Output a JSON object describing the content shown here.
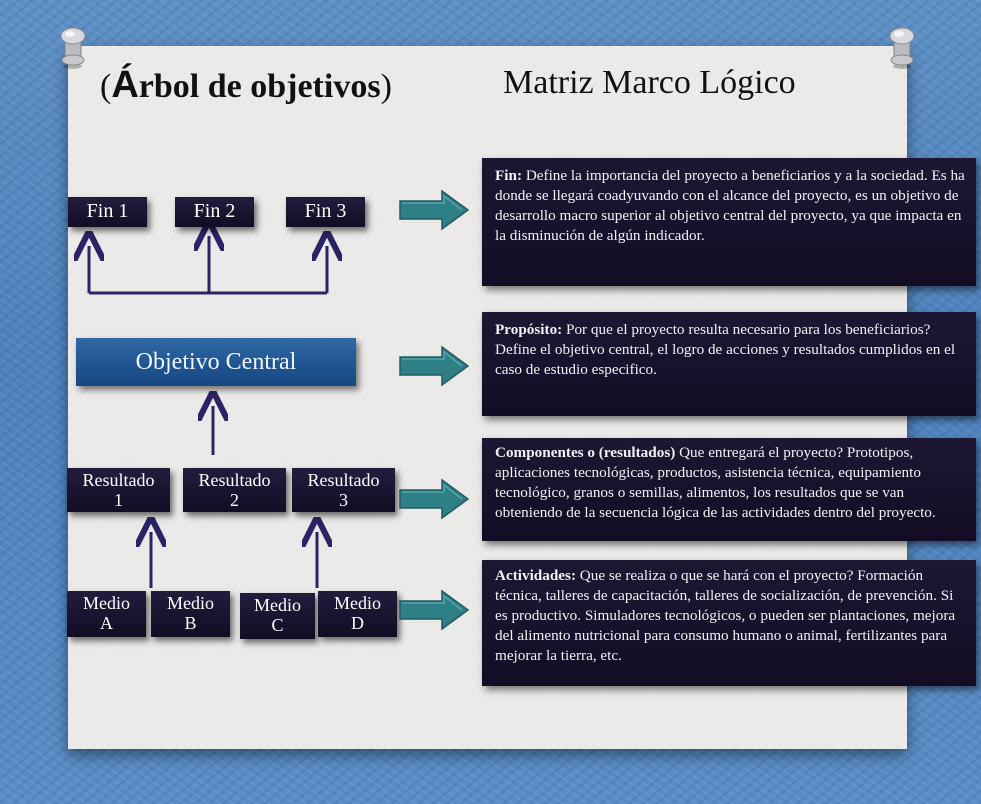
{
  "title": {
    "left_paren_open": "(",
    "left_big_letter": "Á",
    "left_rest": "rbol de objetivos",
    "left_paren_close": ")",
    "right": "Matriz Marco Lógico"
  },
  "fines": [
    {
      "label": "Fin 1"
    },
    {
      "label": "Fin 2"
    },
    {
      "label": "Fin 3"
    }
  ],
  "central": {
    "label": "Objetivo Central"
  },
  "resultados": [
    {
      "line1": "Resultado",
      "line2": "1"
    },
    {
      "line1": "Resultado",
      "line2": "2"
    },
    {
      "line1": "Resultado",
      "line2": "3"
    }
  ],
  "medios": [
    {
      "line1": "Medio",
      "line2": "A"
    },
    {
      "line1": "Medio",
      "line2": "B"
    },
    {
      "line1": "Medio",
      "line2": "C"
    },
    {
      "line1": "Medio",
      "line2": "D"
    }
  ],
  "descriptions": {
    "fin": {
      "heading": "Fin:",
      "text": " Define la importancia del proyecto a beneficiarios y a la sociedad. Es ha donde se llegará coadyuvando con el alcance del proyecto, es un objetivo de desarrollo macro superior al objetivo central del proyecto, ya que impacta en la disminución de algún indicador."
    },
    "proposito": {
      "heading": "Propósito:",
      "text": " Por que el proyecto resulta necesario para los beneficiarios? Define el objetivo central, el logro de acciones y resultados cumplidos en el caso de estudio especifico."
    },
    "componentes": {
      "heading": "Componentes o (resultados)",
      "text": " Que entregará el proyecto? Prototipos, aplicaciones tecnológicas, productos, asistencia técnica, equipamiento tecnológico, granos o semillas, alimentos, los resultados que se van obteniendo de la secuencia lógica de las actividades dentro del proyecto."
    },
    "actividades": {
      "heading": "Actividades:",
      "text": " Que se realiza o que se hará con el proyecto?  Formación técnica, talleres de capacitación, talleres de socialización,  de prevención. Si es productivo. Simuladores tecnológicos, o pueden ser plantaciones, mejora del alimento nutricional para consumo humano o animal, fertilizantes para mejorar la tierra, etc."
    }
  },
  "colors": {
    "background_blue": "#4e82bd",
    "paper": "#ecebe9",
    "node_dark": "#120c24",
    "central_blue": "#1f5592",
    "arrow_teal": "#2e7f86",
    "connector": "#2a2466"
  }
}
